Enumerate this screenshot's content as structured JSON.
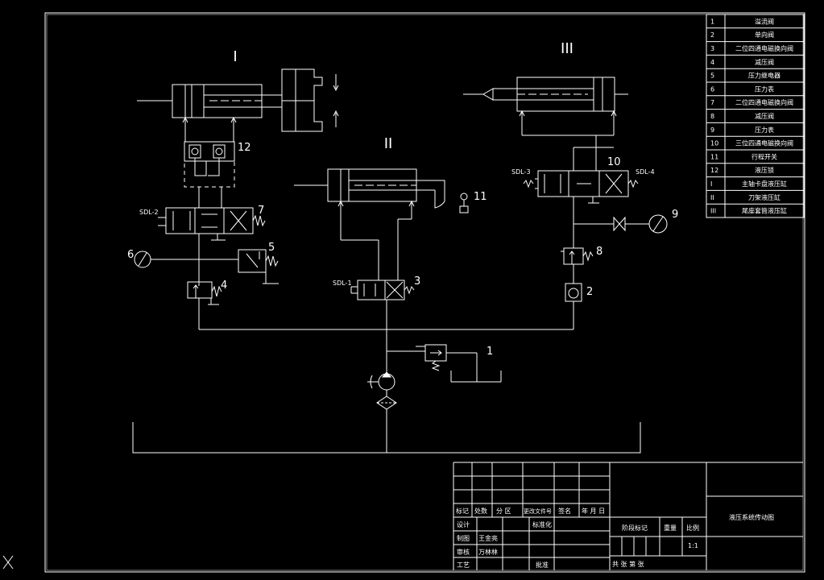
{
  "roman_labels": {
    "cyl1": "I",
    "cyl2": "II",
    "cyl3": "III"
  },
  "component_numbers": {
    "n1": "1",
    "n2": "2",
    "n3": "3",
    "n4": "4",
    "n5": "5",
    "n6": "6",
    "n7": "7",
    "n8": "8",
    "n9": "9",
    "n10": "10",
    "n11": "11",
    "n12": "12"
  },
  "solenoids": {
    "sdl1": "SDL-1",
    "sdl2": "SDL-2",
    "sdl3": "SDL-3",
    "sdl4": "SDL-4"
  },
  "parts_list": [
    {
      "no": "1",
      "name": "溢流阀"
    },
    {
      "no": "2",
      "name": "单向阀"
    },
    {
      "no": "3",
      "name": "二位四通电磁换向阀"
    },
    {
      "no": "4",
      "name": "减压阀"
    },
    {
      "no": "5",
      "name": "压力继电器"
    },
    {
      "no": "6",
      "name": "压力表"
    },
    {
      "no": "7",
      "name": "二位四通电磁换向阀"
    },
    {
      "no": "8",
      "name": "减压阀"
    },
    {
      "no": "9",
      "name": "压力表"
    },
    {
      "no": "10",
      "name": "三位四通电磁换向阀"
    },
    {
      "no": "11",
      "name": "行程开关"
    },
    {
      "no": "12",
      "name": "液压锁"
    },
    {
      "no": "I",
      "name": "主轴卡盘液压缸"
    },
    {
      "no": "II",
      "name": "刀架液压缸"
    },
    {
      "no": "III",
      "name": "尾座套筒液压缸"
    }
  ],
  "title_block": {
    "mark": "标记",
    "count": "处数",
    "zone": "分  区",
    "doc_no": "更改文件号",
    "sign": "签名",
    "date": "年 月 日",
    "design": "设计",
    "standardize": "标准化",
    "draw": "制图",
    "drawer_name": "王金亮",
    "check": "审核",
    "checker_name": "万林林",
    "process": "工艺",
    "approve": "批准",
    "stage_mark": "阶段标记",
    "weight": "重量",
    "scale": "比例",
    "scale_value": "1:1",
    "sheets": "共  张 第  张",
    "drawing_title": "液压系统传动图"
  },
  "corner_mark": "X",
  "colors": {
    "background": "#000000",
    "line": "#ffffff"
  }
}
